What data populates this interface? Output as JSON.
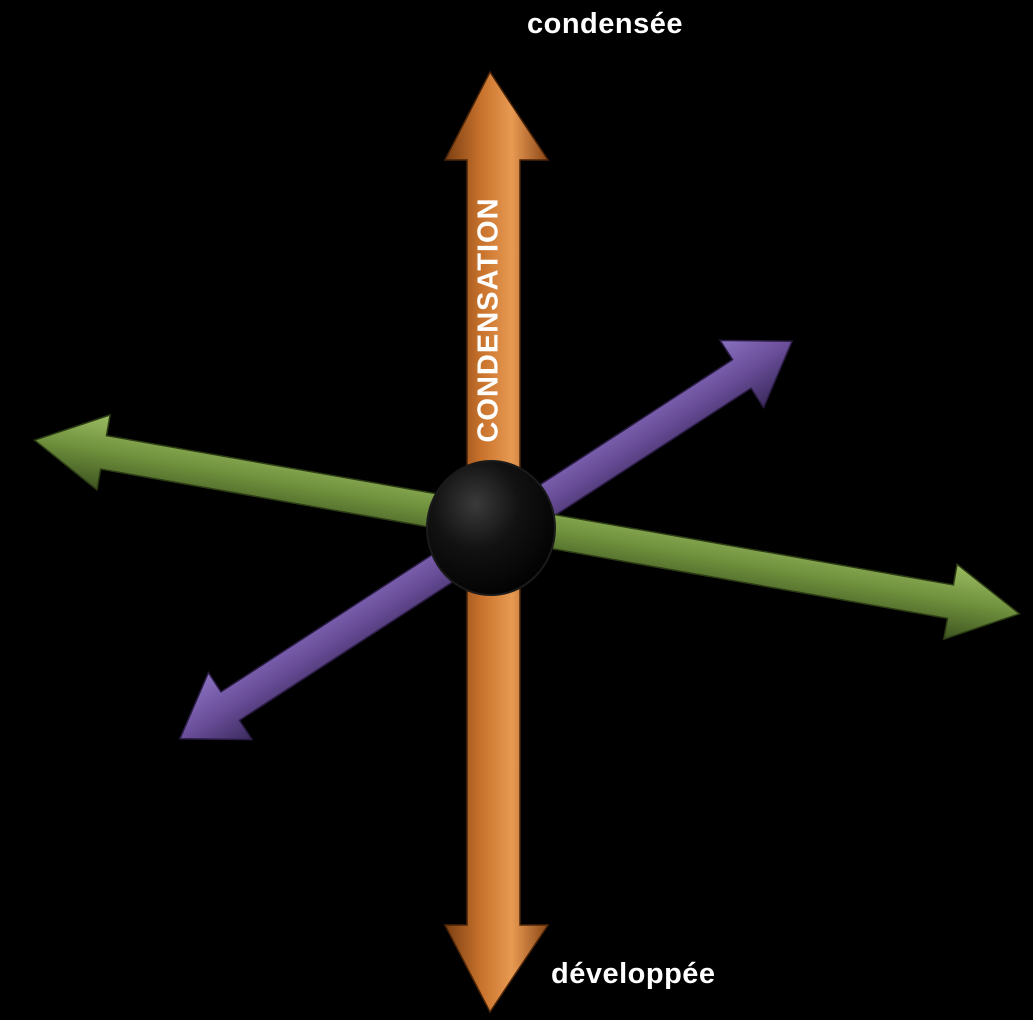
{
  "diagram": {
    "vertical_axis": {
      "title": "CONDENSATION",
      "top_label": "condensée",
      "bottom_label": "développée",
      "color": "#C8722C"
    },
    "horizontal_axis": {
      "color": "#6E8F3C"
    },
    "diagonal_axis": {
      "color": "#6A4E9A"
    },
    "center_node": {
      "color": "#0A0A0A"
    },
    "background": "#000000"
  }
}
